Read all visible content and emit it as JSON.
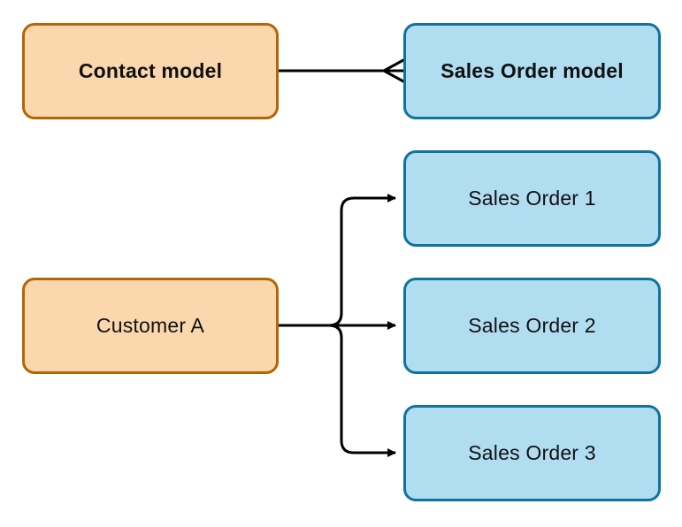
{
  "diagram": {
    "nodes": {
      "contact_model": "Contact model",
      "sales_order_model": "Sales Order model",
      "customer_a": "Customer A",
      "sales_order_1": "Sales Order 1",
      "sales_order_2": "Sales Order 2",
      "sales_order_3": "Sales Order 3"
    },
    "edges": [
      {
        "from": "contact_model",
        "to": "sales_order_model",
        "type": "one-to-many"
      },
      {
        "from": "customer_a",
        "to": "sales_order_1",
        "type": "arrow"
      },
      {
        "from": "customer_a",
        "to": "sales_order_2",
        "type": "arrow"
      },
      {
        "from": "customer_a",
        "to": "sales_order_3",
        "type": "arrow"
      }
    ],
    "colors": {
      "orange_fill": "#fad7ac",
      "orange_border": "#b46504",
      "blue_fill": "#b1ddf0",
      "blue_border": "#10739e",
      "connector": "#000000"
    }
  }
}
